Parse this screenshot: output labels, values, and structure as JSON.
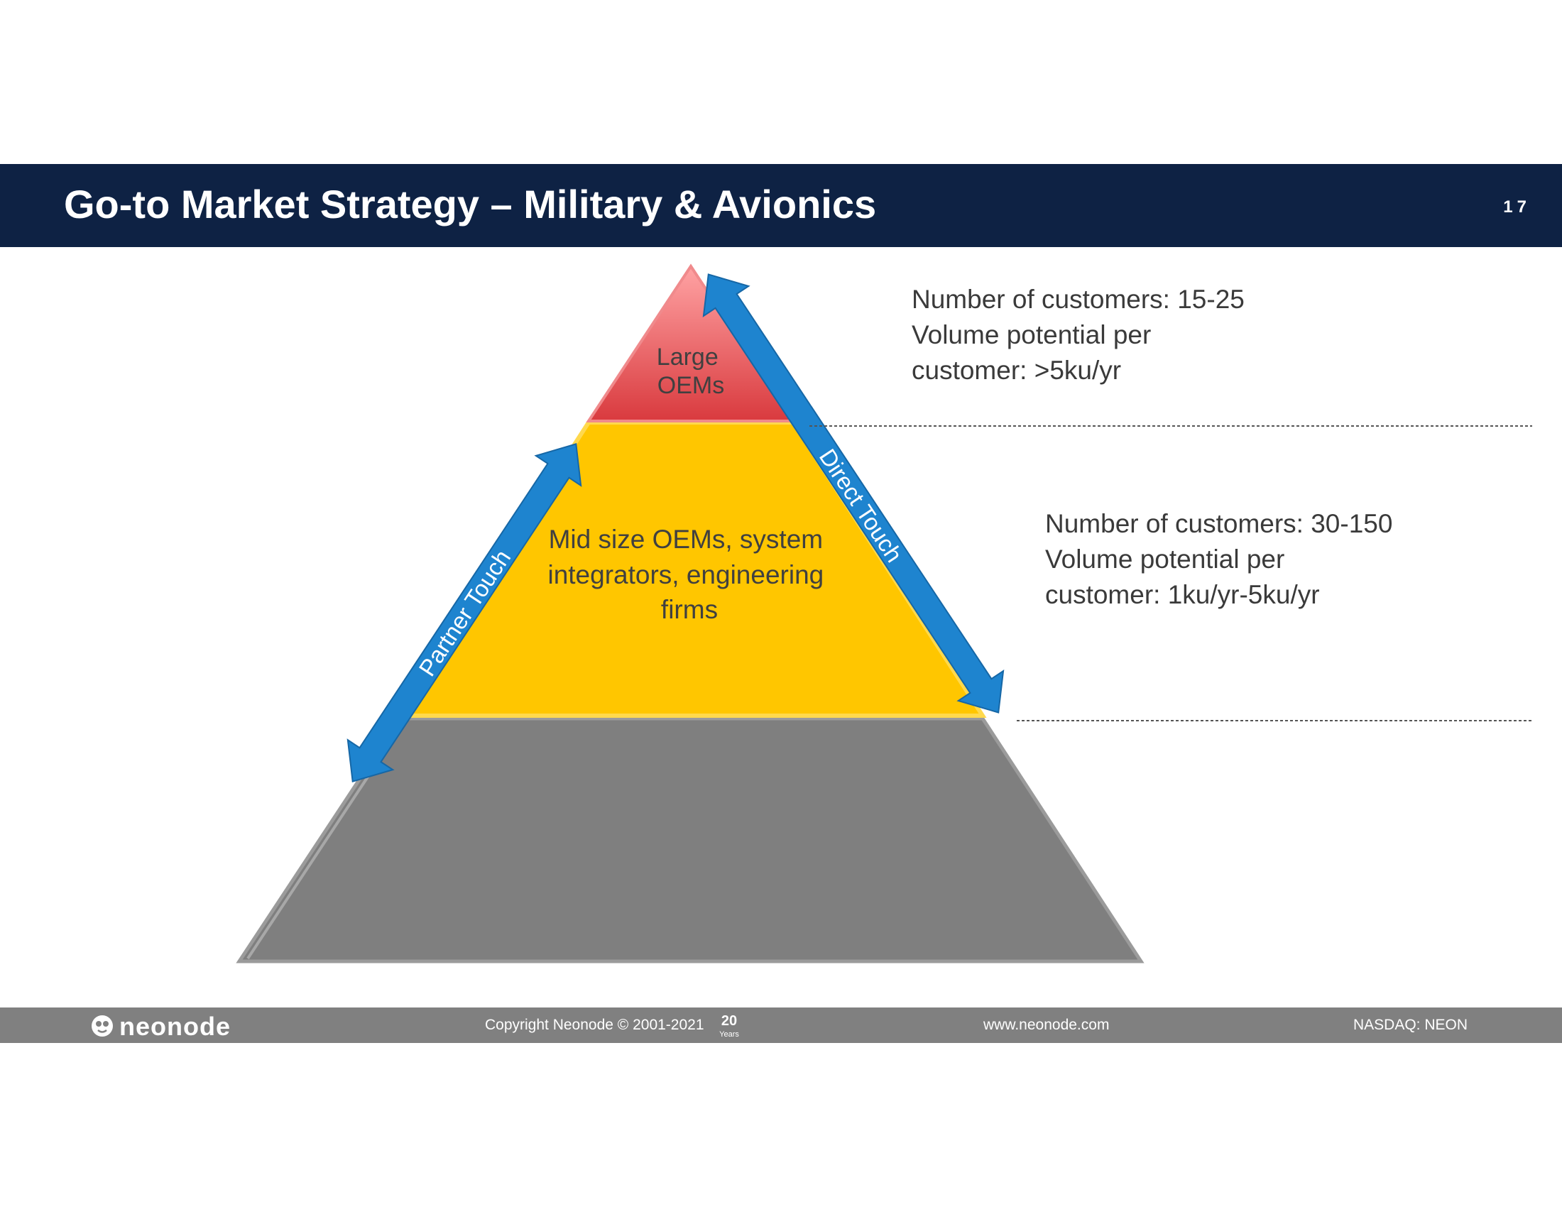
{
  "slide": {
    "title": "Go-to Market Strategy – Military & Avionics",
    "page_number": "17"
  },
  "pyramid": {
    "top_tier": [
      "Large",
      "OEMs"
    ],
    "middle_tier": [
      "Mid size OEMs, system",
      "integrators, engineering",
      "firms"
    ],
    "bottom_tier": "",
    "colors": {
      "top": "#e4474b",
      "middle": "#ffc600",
      "bottom": "#7f7f7f",
      "arrow": "#1e84cf"
    }
  },
  "arrows": {
    "left_label": "Partner Touch",
    "right_label": "Direct Touch"
  },
  "info": {
    "top": [
      "Number of customers: 15-25",
      "Volume potential per",
      "customer: >5ku/yr"
    ],
    "middle": [
      "Number of customers: 30-150",
      "Volume potential per",
      "customer: 1ku/yr-5ku/yr"
    ]
  },
  "footer": {
    "logo_text": "neonode",
    "copyright": "Copyright Neonode © 2001-2021",
    "years_badge": [
      "20",
      "Years"
    ],
    "website": "www.neonode.com",
    "ticker": "NASDAQ: NEON"
  }
}
